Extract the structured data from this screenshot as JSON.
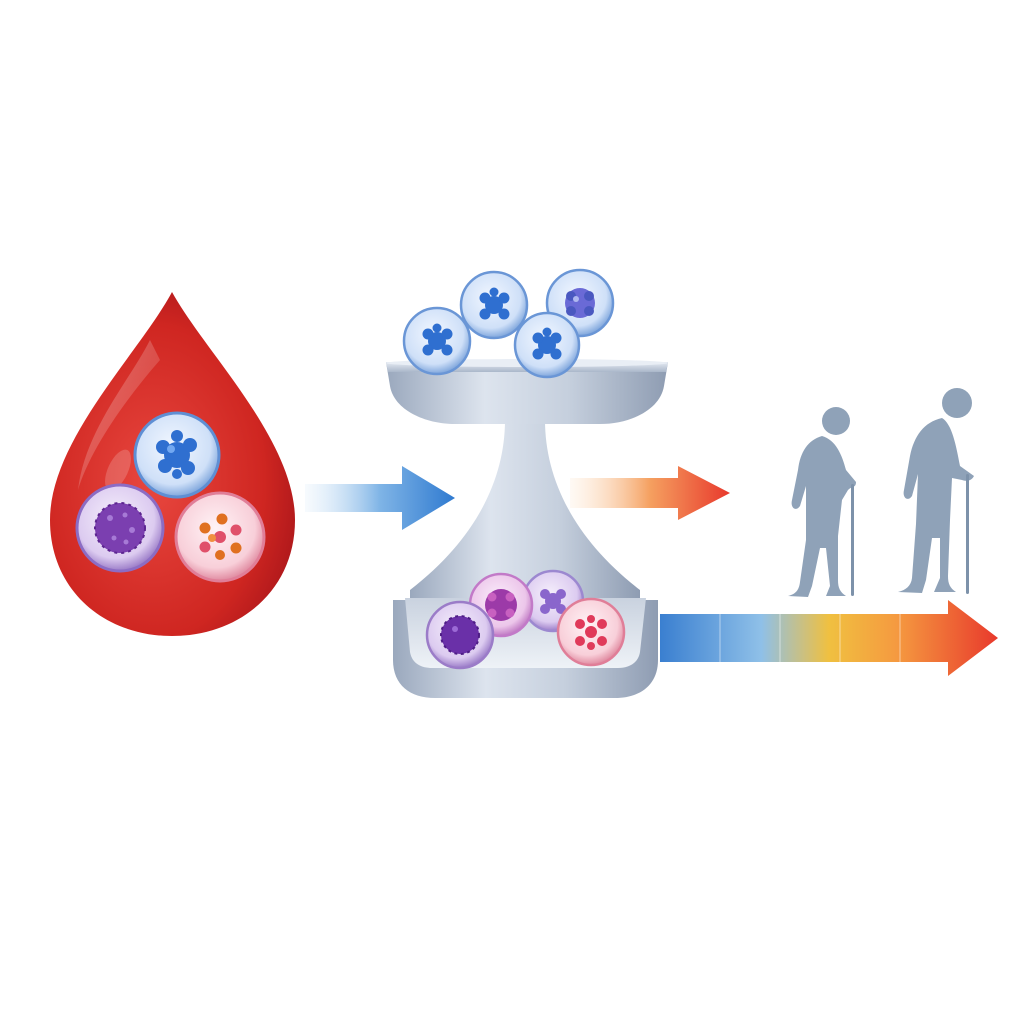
{
  "diagram": {
    "nodes": [
      {
        "id": "blood-drop",
        "kind": "blood-drop",
        "cells": [
          "blue",
          "purple",
          "pink"
        ]
      },
      {
        "id": "sorting-funnel",
        "kind": "funnel",
        "top_cells": [
          "blue",
          "blue",
          "blue-violet",
          "blue"
        ],
        "bottom_cells": [
          "magenta",
          "violet",
          "purple",
          "pink"
        ]
      },
      {
        "id": "elderly-people",
        "kind": "figures",
        "count": 2
      }
    ],
    "arrows": [
      {
        "id": "arrow-drop-to-funnel",
        "from": "blood-drop",
        "to": "sorting-funnel",
        "style": "blue"
      },
      {
        "id": "arrow-funnel-to-people",
        "from": "sorting-funnel",
        "to": "elderly-people",
        "style": "orange-red"
      },
      {
        "id": "arrow-gradient-timeline",
        "from": "sorting-funnel",
        "to": "elderly-people",
        "style": "blue-to-red"
      }
    ],
    "colors": {
      "blood": "#c8201e",
      "blood_light": "#e8473f",
      "cell_blue": "#2f6fd0",
      "cell_purple": "#7b3fb0",
      "cell_pink": "#e0506a",
      "cell_orange": "#e07020",
      "funnel": "#b8c4d6",
      "funnel_dark": "#8c9bb2",
      "figure": "#8fa2b8",
      "arrow_blue": "#3a86d0",
      "arrow_orange": "#f08a40",
      "arrow_red": "#e8392c"
    }
  }
}
